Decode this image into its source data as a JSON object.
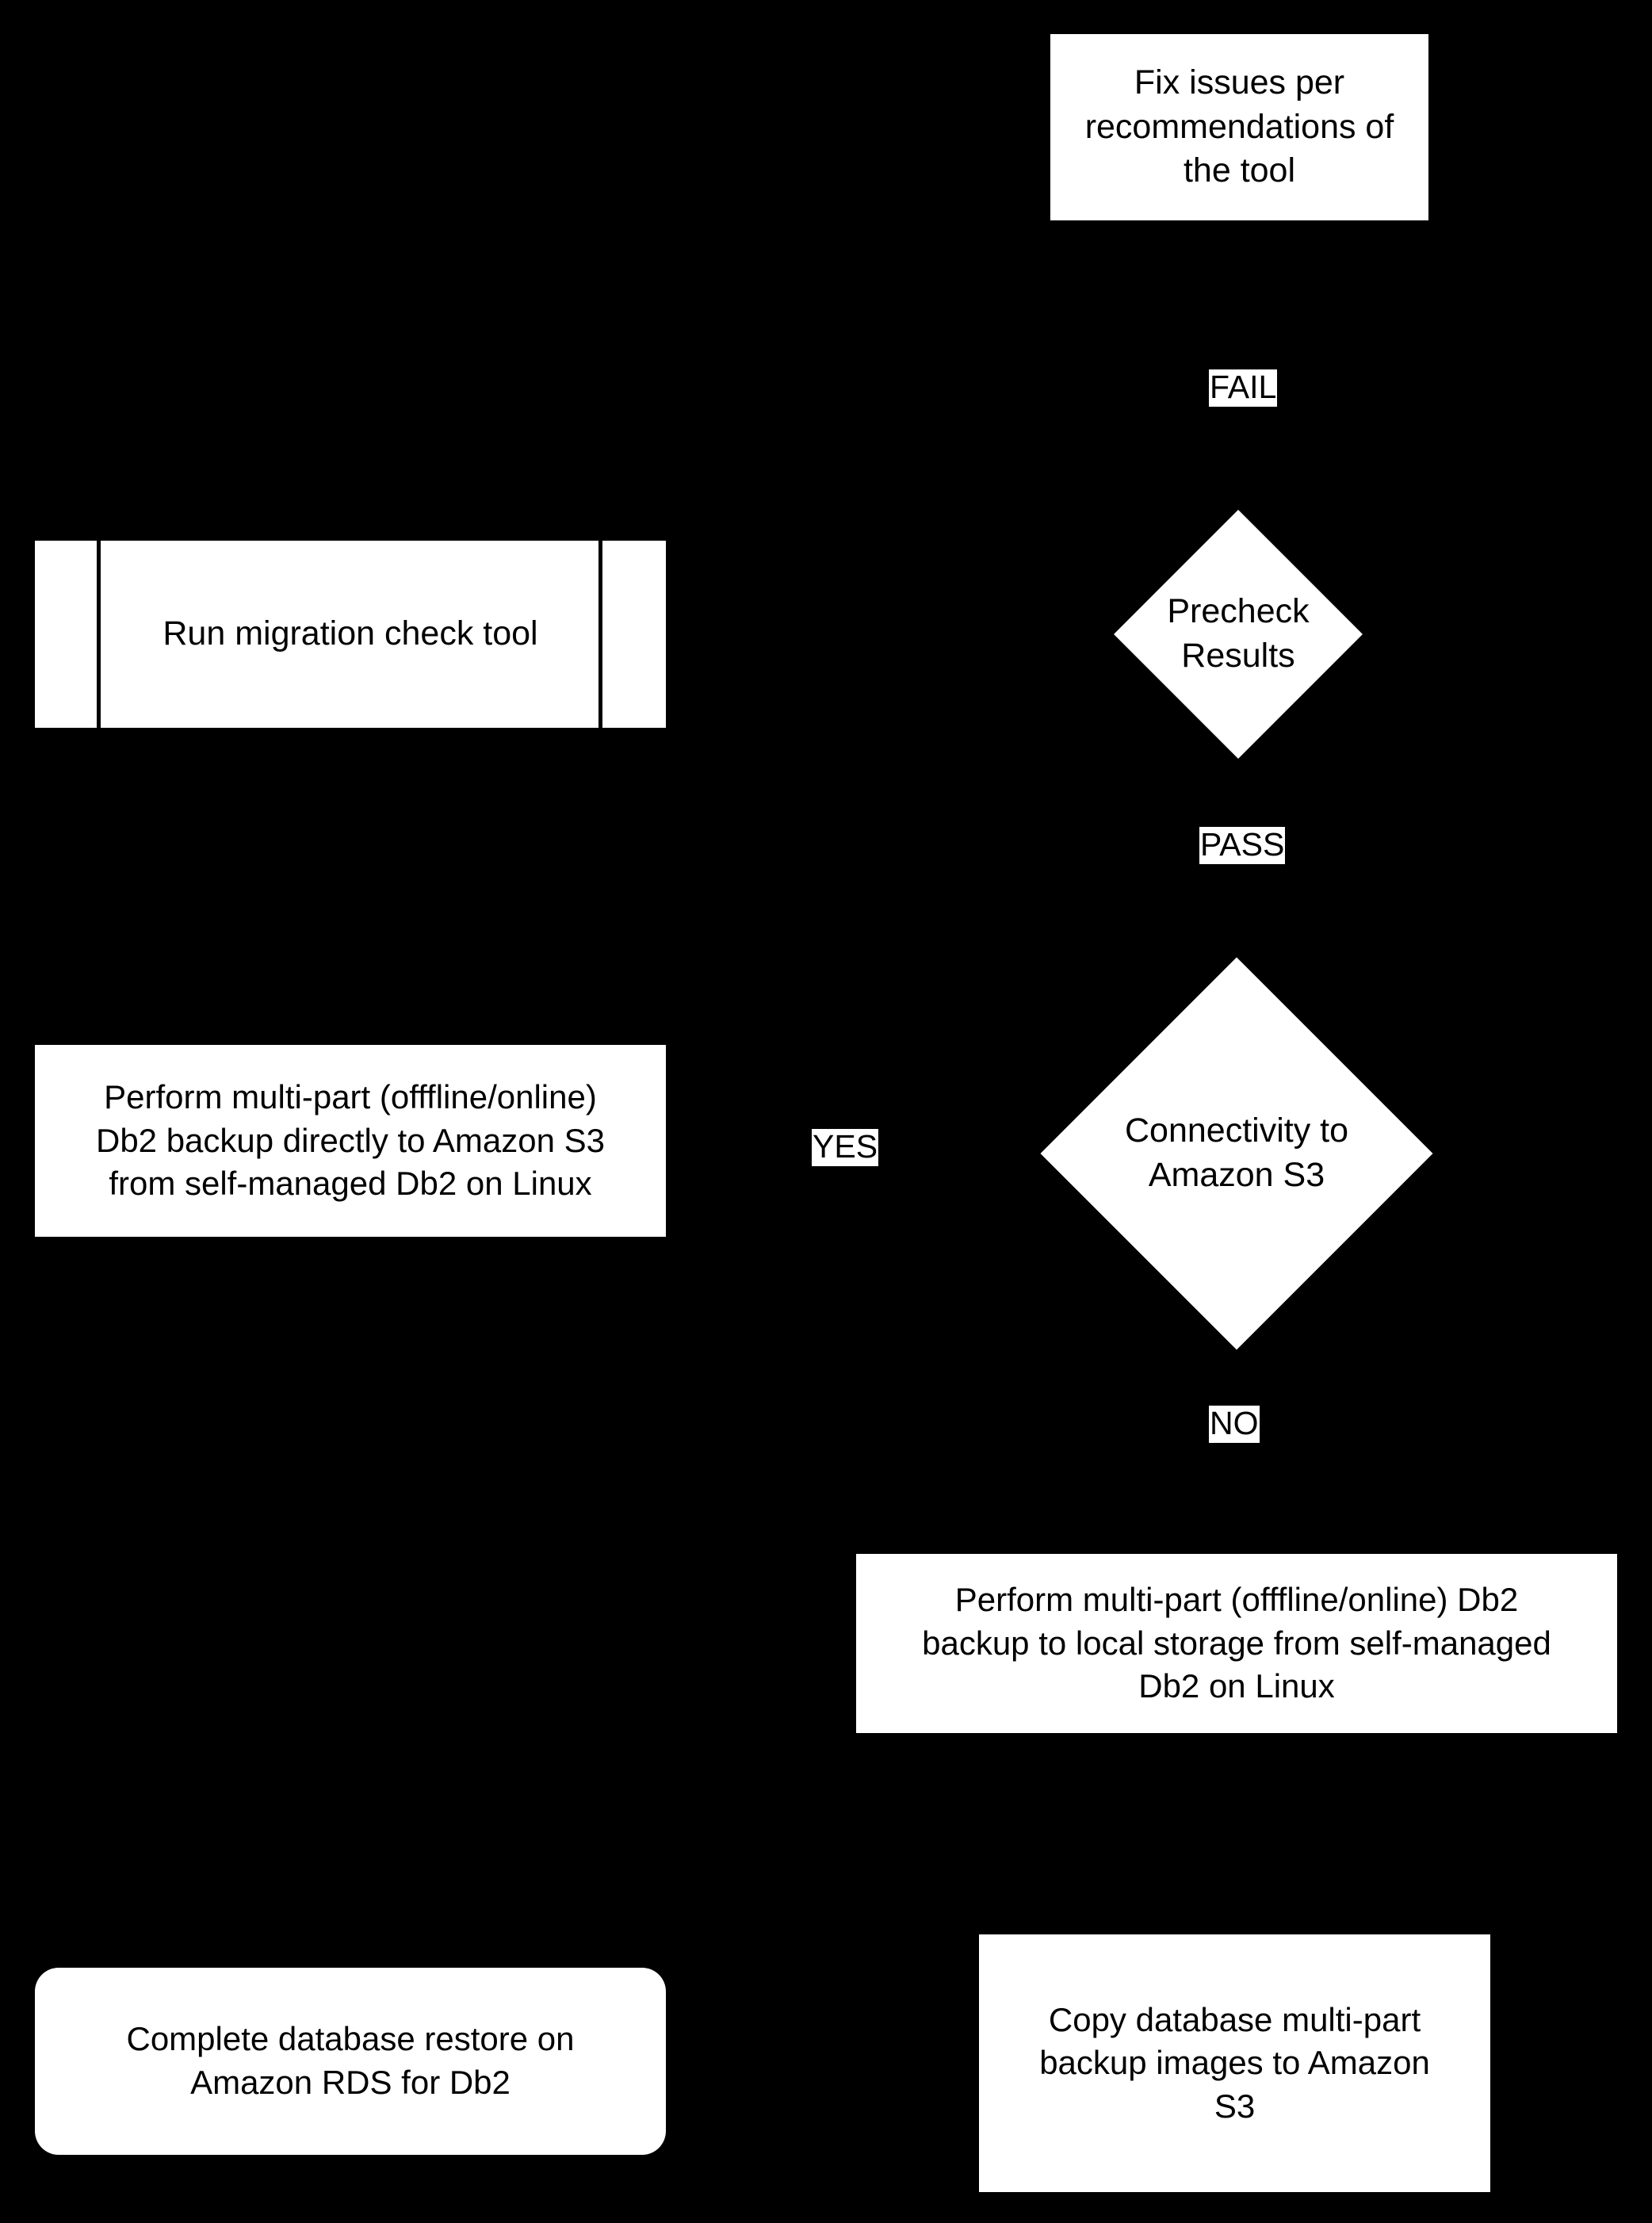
{
  "diagram": {
    "title": "Db2 migration backup and restore decision flow",
    "background_color": "#000000",
    "node_fill_color": "#ffffff",
    "text_color": "#000000"
  },
  "nodes": {
    "fix_issues": {
      "label": "Fix issues per\nrecommendations of\nthe tool",
      "shape": "process"
    },
    "run_check_tool": {
      "label": "Run migration check tool",
      "shape": "predefined-process"
    },
    "precheck_results": {
      "label": "Precheck\nResults",
      "shape": "decision"
    },
    "connectivity_s3": {
      "label": "Connectivity to\nAmazon S3",
      "shape": "decision"
    },
    "backup_direct_s3": {
      "label": "Perform  multi-part (offfline/online)\nDb2 backup directly to Amazon S3\nfrom self-managed Db2 on Linux",
      "shape": "process"
    },
    "backup_local_storage": {
      "label": "Perform  multi-part (offfline/online) Db2\nbackup to local storage from self-managed\nDb2 on Linux",
      "shape": "process"
    },
    "complete_restore": {
      "label": "Complete database restore on\nAmazon RDS for Db2",
      "shape": "terminator"
    },
    "copy_backup_images": {
      "label": "Copy database multi-part\nbackup images to Amazon\nS3",
      "shape": "process"
    }
  },
  "edge_labels": {
    "fail": "FAIL",
    "pass": "PASS",
    "yes": "YES",
    "no": "NO"
  }
}
